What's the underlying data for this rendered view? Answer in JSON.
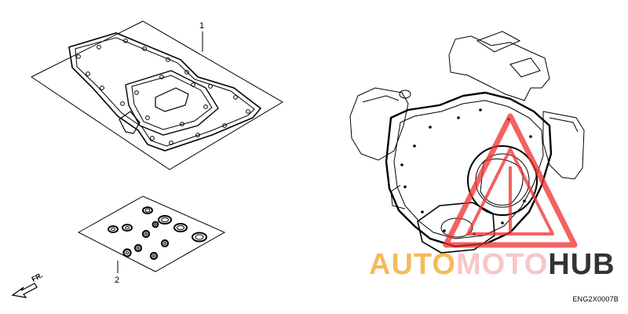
{
  "callouts": {
    "gasket_kit_a": "1",
    "gasket_kit_b": "2"
  },
  "direction_label": "FR.",
  "diagram_code": "ENG2X0007B",
  "watermark": {
    "part_a": "AUTO",
    "part_b": "MOTO",
    "part_c": "HUB"
  },
  "colors": {
    "line": "#000000",
    "watermark_red": "#ee3030",
    "watermark_orange": "#f5bb5a",
    "watermark_pink": "#f7c7c7",
    "watermark_dark": "#333333"
  }
}
